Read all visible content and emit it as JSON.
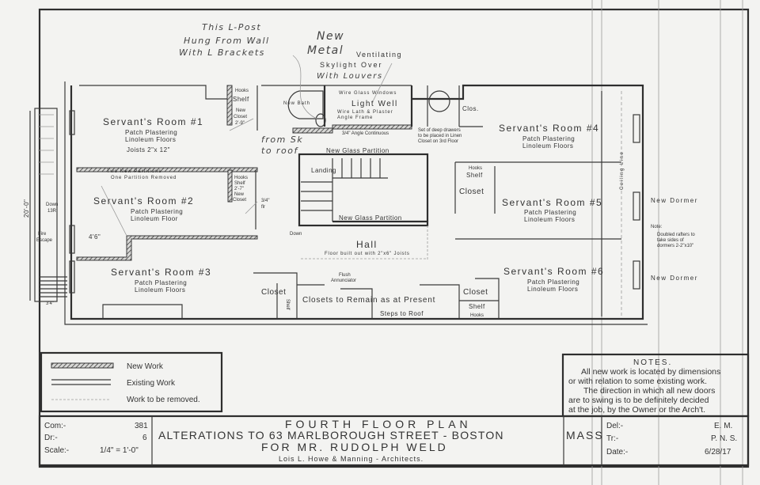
{
  "annotations": {
    "lpost": [
      "This L-Post",
      "Hung From Wall",
      "With L Brackets"
    ],
    "skylight": [
      "New",
      "Metal",
      "Ventilating",
      "Skylight Over",
      "With Louvers"
    ],
    "from_sk": [
      "from Sk",
      "to roof"
    ],
    "two_partitions": [
      "Two New Partitions",
      "One Partition Removed"
    ],
    "angle_cont": "3/4\" Angle Continuous",
    "glass_partition_top": "New Glass Partition",
    "glass_partition_bottom": "New Glass Partition",
    "set_drawers": [
      "Set of deep drawers",
      "to be placed in Linen",
      "Closet on 3rd Floor"
    ],
    "new_dormer_1": "New Dormer",
    "new_dormer_2": "New Dormer",
    "dormer_note": [
      "Note:",
      "Doubled rafters to",
      "take sides of",
      "dormers 2-2\"x10\""
    ],
    "ceiling_line": "Ceiling Line",
    "dimension_height": "20'-0\"",
    "down_13r": [
      "Down",
      "13R"
    ],
    "fire_escape": [
      "Fire",
      "Escape"
    ],
    "dim_46": "4'6\"",
    "dim_34": "3'4\"",
    "joists": "Joists 2\"x 12\"",
    "flush_annunciator": [
      "Flush",
      "Annunciator"
    ],
    "down": "Down",
    "three_four_flr": [
      "3/4\"",
      "flr"
    ]
  },
  "rooms": [
    {
      "name": "Servant's Room #1",
      "lines": [
        "Patch Plastering",
        "Linoleum Floors"
      ]
    },
    {
      "name": "Servant's Room #2",
      "lines": [
        "Patch Plastering",
        "Linoleum Floor"
      ]
    },
    {
      "name": "Servant's Room #3",
      "lines": [
        "Patch Plastering",
        "Linoleum Floors"
      ]
    },
    {
      "name": "Servant's Room #4",
      "lines": [
        "Patch Plastering",
        "Linoleum Floors"
      ]
    },
    {
      "name": "Servant's Room #5",
      "lines": [
        "Patch Plastering",
        "Linoleum Floors"
      ]
    },
    {
      "name": "Servant's Room #6",
      "lines": [
        "Patch Plastering",
        "Linoleum Floors"
      ]
    }
  ],
  "spaces": {
    "new_bath": "New Bath",
    "light_well": "Light Well",
    "wire_glass": "Wire Glass Windows",
    "wire_lath": [
      "Wire Lath & Plaster",
      "Angle Frame"
    ],
    "landing": "Landing",
    "hall": "Hall",
    "hall_note": "Floor built out with 2\"x6\" Joists",
    "clos": "Clos.",
    "closet_r5": "Closet",
    "closet_r3": "Closet",
    "closet_r6": "Closet",
    "closets_remain": "Closets to Remain as at Present",
    "steps_to_roof": "Steps to Roof",
    "hooks_shelf_1": [
      "Hooks",
      "Shelf"
    ],
    "new_closet_1": [
      "New",
      "Closet",
      "2'-9\""
    ],
    "hooks_shelf_2": [
      "Hooks",
      "Shelf"
    ],
    "new_closet_2": [
      "2'-7\"",
      "New",
      "Closet"
    ],
    "hooks_shelf_5": [
      "Hooks",
      "Shelf"
    ],
    "shelf_6": [
      "Shelf",
      "Hooks"
    ],
    "shelf_3": "Shelf"
  },
  "legend": {
    "items": [
      "New Work",
      "Existing Work",
      "Work to be removed."
    ]
  },
  "notes": {
    "heading": "NOTES.",
    "lines": [
      "All new work is located by dimensions",
      "or with relation to some existing work.",
      "The direction in which all new doors",
      "are to swing is to be definitely decided",
      "at the job, by the Owner or the Arch't."
    ]
  },
  "title_block": {
    "com_label": "Com:-",
    "com_value": "381",
    "dr_label": "Dr:-",
    "dr_value": "6",
    "scale_label": "Scale:-",
    "scale_value": "1/4\" = 1'-0\"",
    "plan_title": "FOURTH FLOOR PLAN",
    "project": "ALTERATIONS TO 63 MARLBOROUGH STREET - BOSTON",
    "state": "MASS",
    "client": "FOR MR. RUDOLPH WELD",
    "architects": "Lois L. Howe & Manning - Architects.",
    "del_label": "Del:-",
    "del_value": "E. M.",
    "tr_label": "Tr:-",
    "tr_value": "P. N. S.",
    "date_label": "Date:-",
    "date_value": "6/28/17"
  }
}
